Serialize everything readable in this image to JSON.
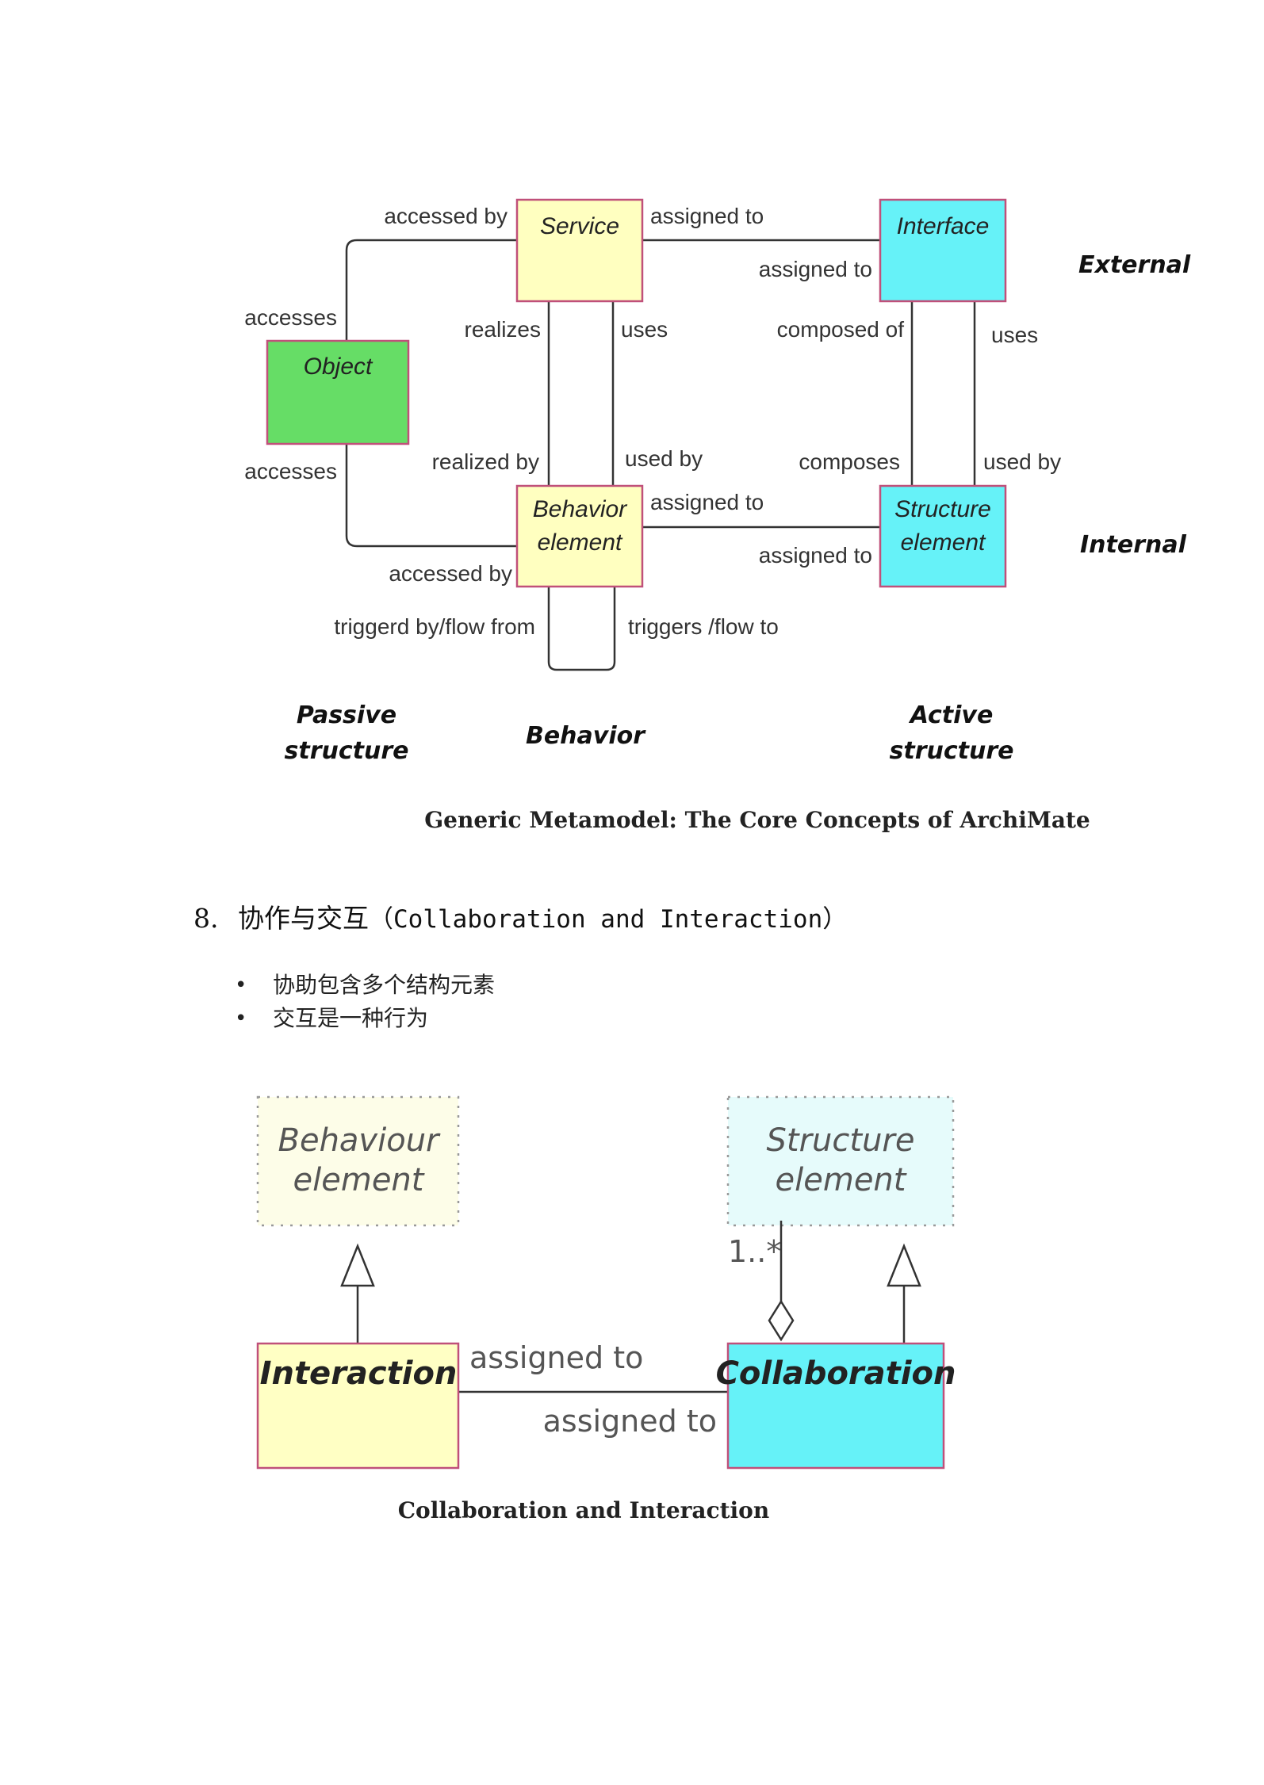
{
  "figure1": {
    "boxes": {
      "service": "Service",
      "interface": "Interface",
      "object": "Object",
      "behavior_element": [
        "Behavior",
        "element"
      ],
      "structure_element": [
        "Structure",
        "element"
      ]
    },
    "labels": {
      "accessed_by_top": "accessed by",
      "assigned_to_top_left": "assigned to",
      "assigned_to_top_right": "assigned to",
      "accesses_top": "accesses",
      "realizes": "realizes",
      "uses_left": "uses",
      "composed_of": "composed of",
      "uses_right": "uses",
      "accesses_bottom": "accesses",
      "realized_by": "realized by",
      "used_by_left": "used by",
      "composes": "composes",
      "used_by_right": "used by",
      "assigned_to_mid_left": "assigned to",
      "assigned_to_mid_right": "assigned to",
      "accessed_by_bottom": "accessed by",
      "triggered_by": "triggerd by/flow from",
      "triggers": "triggers /flow to"
    },
    "side_labels": {
      "external": "External",
      "internal": "Internal"
    },
    "column_labels": {
      "passive": [
        "Passive",
        "structure"
      ],
      "behavior": "Behavior",
      "active": [
        "Active",
        "structure"
      ]
    },
    "caption": "Generic Metamodel: The Core Concepts of ArchiMate",
    "colors": {
      "yellow": "#ffffc0",
      "cyan": "#66f2f8",
      "green": "#66dd66",
      "border": "#c0507a"
    }
  },
  "section": {
    "number": "8.",
    "title_cn": "协作与交互",
    "title_en": "（Collaboration and Interaction）",
    "bullets": [
      "协助包含多个结构元素",
      "交互是一种行为"
    ]
  },
  "figure2": {
    "behaviour_element": [
      "Behaviour",
      "element"
    ],
    "structure_element": [
      "Structure",
      "element"
    ],
    "interaction": "Interaction",
    "collaboration": "Collaboration",
    "assigned_to_top": "assigned to",
    "assigned_to_bottom": "assigned to",
    "multiplicity": "1..*",
    "caption": "Collaboration and Interaction",
    "colors": {
      "yellow": "#ffffc4",
      "cyan": "#66f2f8",
      "ghost_yellow": "#fdfde8",
      "ghost_cyan": "#e6fbfb",
      "border": "#c0507a"
    }
  }
}
